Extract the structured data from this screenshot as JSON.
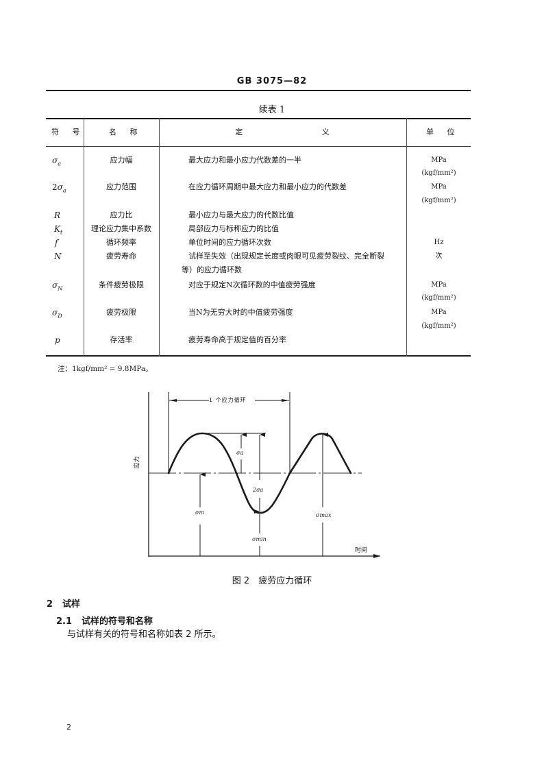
{
  "header": {
    "standard_code": "GB 3075—82"
  },
  "table": {
    "caption": "续表 1",
    "columns": [
      "符 号",
      "名 称",
      "定 义",
      "单 位"
    ],
    "rows": [
      {
        "symbol_base": "σ",
        "symbol_sub": "a",
        "symbol_prefix": "",
        "name": "应力幅",
        "definition": "最大应力和最小应力代数差的一半",
        "definition_cont": "",
        "unit": "MPa",
        "unit_alt": "(kgf/mm²)"
      },
      {
        "symbol_base": "σ",
        "symbol_sub": "a",
        "symbol_prefix": "2",
        "name": "应力范围",
        "definition": "在应力循环周期中最大应力和最小应力的代数差",
        "definition_cont": "",
        "unit": "MPa",
        "unit_alt": "(kgf/mm²)"
      },
      {
        "symbol_base": "R",
        "symbol_sub": "",
        "symbol_prefix": "",
        "name": "应力比",
        "definition": "最小应力与最大应力的代数比值",
        "definition_cont": "",
        "unit": "",
        "unit_alt": ""
      },
      {
        "symbol_base": "K",
        "symbol_sub": "t",
        "symbol_prefix": "",
        "name": "理论应力集中系数",
        "definition": "局部应力与标称应力的比值",
        "definition_cont": "",
        "unit": "",
        "unit_alt": ""
      },
      {
        "symbol_base": "f",
        "symbol_sub": "",
        "symbol_prefix": "",
        "name": "循环频率",
        "definition": "单位时间的应力循环次数",
        "definition_cont": "",
        "unit": "Hz",
        "unit_alt": ""
      },
      {
        "symbol_base": "N",
        "symbol_sub": "",
        "symbol_prefix": "",
        "name": "疲劳寿命",
        "definition": "试样至失效（出现规定长度或肉眼可见疲劳裂纹、完全断裂",
        "definition_cont": "等）的应力循环数",
        "unit": "次",
        "unit_alt": ""
      },
      {
        "symbol_base": "σ",
        "symbol_sub": "N",
        "symbol_prefix": "",
        "name": "条件疲劳极限",
        "definition": "对应于规定N次循环数的中值疲劳强度",
        "definition_cont": "",
        "unit": "MPa",
        "unit_alt": "(kgf/mm²)"
      },
      {
        "symbol_base": "σ",
        "symbol_sub": "D",
        "symbol_prefix": "",
        "name": "疲劳极限",
        "definition": "当N为无穷大时的中值疲劳强度",
        "definition_cont": "",
        "unit": "MPa",
        "unit_alt": "(kgf/mm²)"
      },
      {
        "symbol_base": "p",
        "symbol_sub": "",
        "symbol_prefix": "",
        "name": "存活率",
        "definition": "疲劳寿命高于规定值的百分率",
        "definition_cont": "",
        "unit": "",
        "unit_alt": ""
      }
    ],
    "note": "注：1kgf/mm² = 9.8MPa。"
  },
  "figure": {
    "caption": "图 2　疲劳应力循环",
    "y_axis_label": "应力",
    "x_axis_label": "时间",
    "cycle_label": "1 个应力循环",
    "labels": {
      "sigma_a": "σa",
      "two_sigma_a": "2σa",
      "sigma_m": "σm",
      "sigma_min": "σmin",
      "sigma_max": "σmax"
    }
  },
  "section": {
    "h1_num": "2",
    "h1_title": "试样",
    "h2_num": "2.1",
    "h2_title": "试样的符号和名称",
    "paragraph": "与试样有关的符号和名称如表 2 所示。"
  },
  "page_number": "2"
}
